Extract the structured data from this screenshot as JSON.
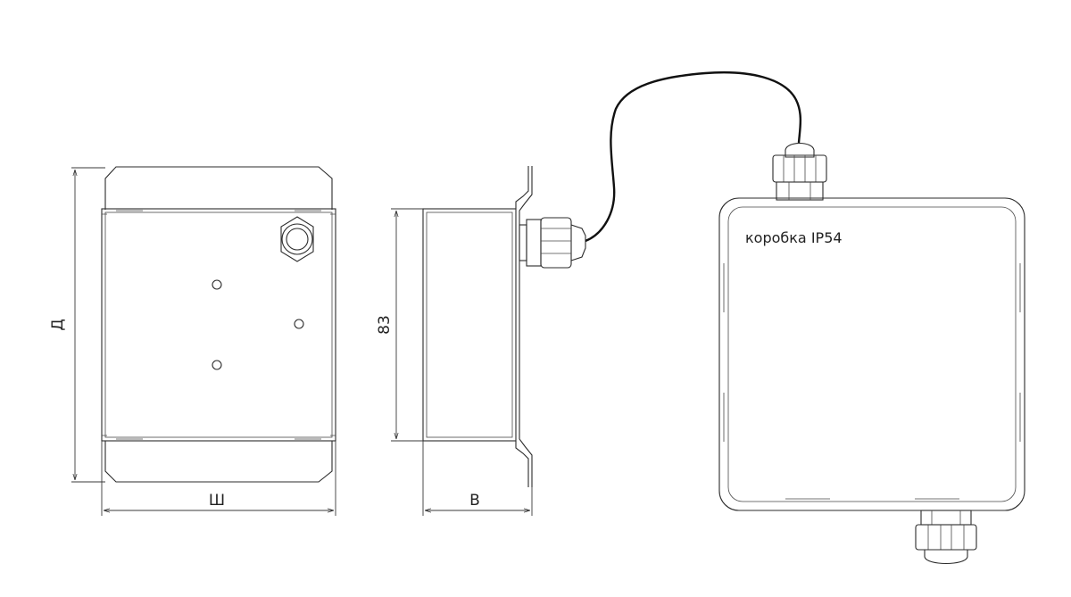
{
  "dimensions": {
    "length_label": "Д",
    "width_label": "Ш",
    "height_value": "83",
    "depth_label": "В"
  },
  "junction_box": {
    "label": "коробка IP54"
  }
}
